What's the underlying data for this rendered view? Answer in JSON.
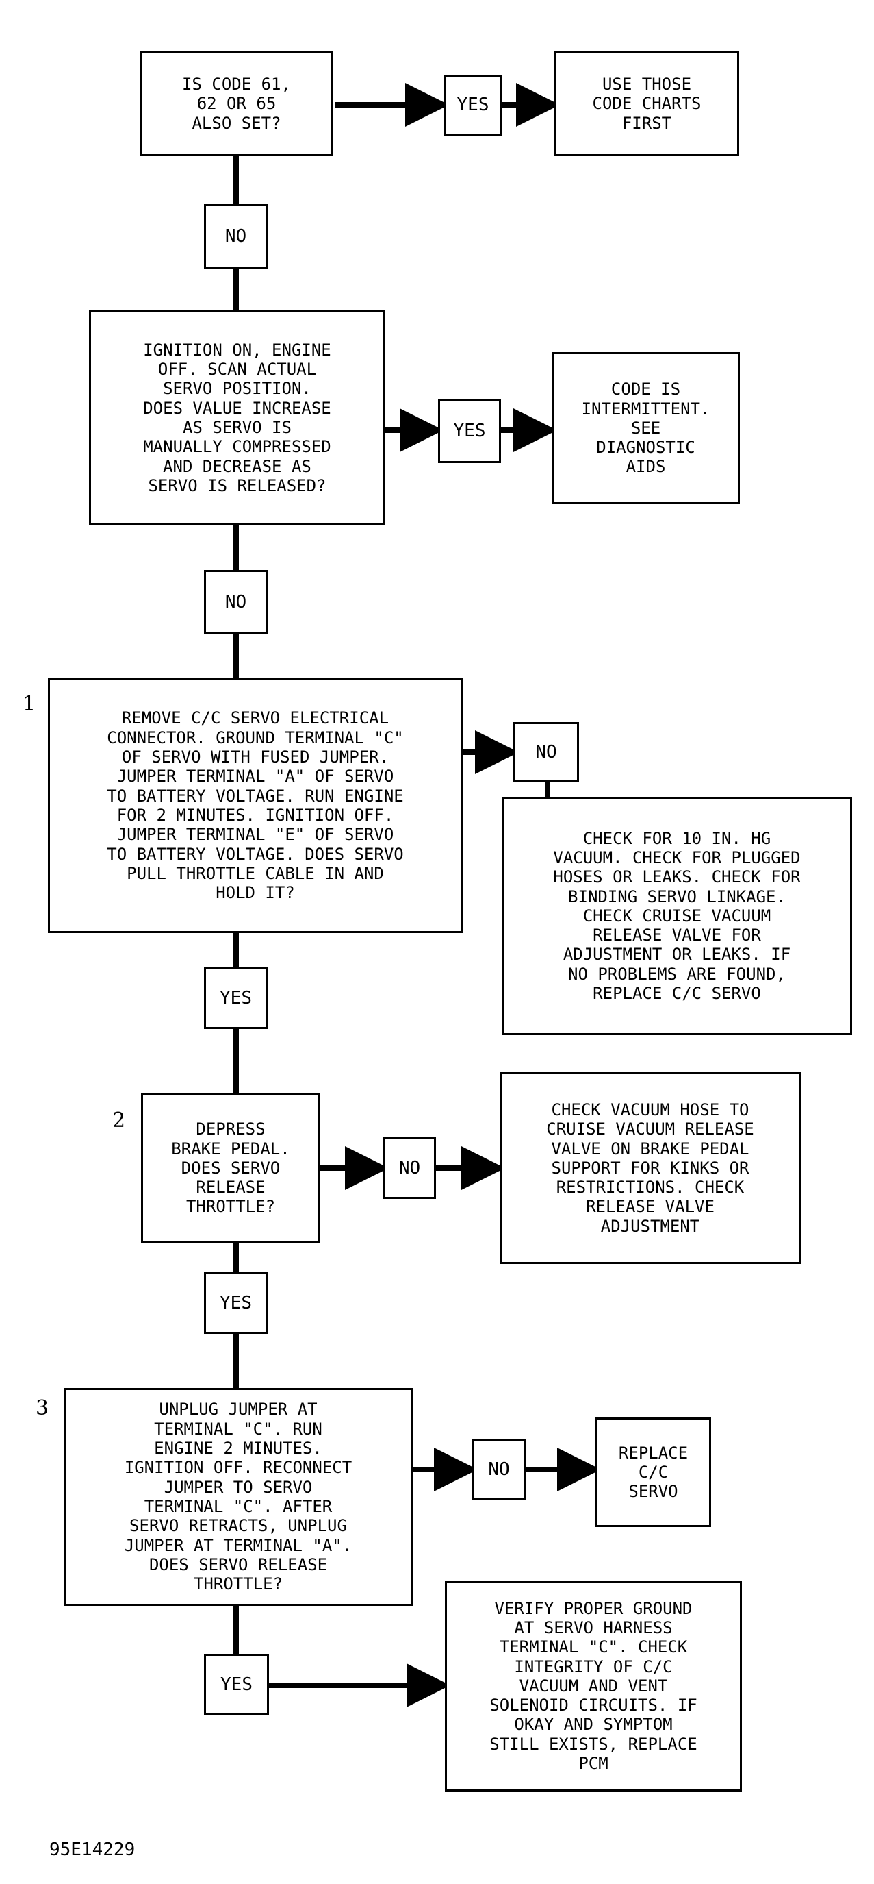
{
  "diagram": {
    "figure_id": "95E14229",
    "step_numbers": [
      "1",
      "2",
      "3"
    ],
    "nodes": {
      "q_code": "IS CODE 61,\n62 OR 65\nALSO SET?",
      "yes_1": "YES",
      "use_charts": "USE THOSE\nCODE CHARTS\nFIRST",
      "no_1": "NO",
      "q_servo_pos": "IGNITION ON, ENGINE\nOFF. SCAN ACTUAL\nSERVO POSITION.\nDOES VALUE INCREASE\nAS SERVO IS\nMANUALLY COMPRESSED\nAND DECREASE AS\nSERVO IS RELEASED?",
      "yes_2": "YES",
      "intermittent": "CODE IS\nINTERMITTENT.\nSEE\nDIAGNOSTIC\nAIDS",
      "no_2": "NO",
      "q_connector": "REMOVE C/C SERVO ELECTRICAL\nCONNECTOR. GROUND TERMINAL \"C\"\nOF SERVO WITH FUSED JUMPER.\nJUMPER TERMINAL \"A\" OF SERVO\nTO BATTERY VOLTAGE. RUN ENGINE\nFOR 2 MINUTES. IGNITION OFF.\nJUMPER TERMINAL \"E\" OF SERVO\nTO BATTERY VOLTAGE. DOES SERVO\nPULL THROTTLE CABLE IN AND\nHOLD IT?",
      "no_3": "NO",
      "check_vacuum": "CHECK FOR 10 IN. HG\nVACUUM. CHECK FOR PLUGGED\nHOSES OR LEAKS. CHECK FOR\nBINDING SERVO LINKAGE.\nCHECK CRUISE VACUUM\nRELEASE VALVE FOR\nADJUSTMENT OR LEAKS. IF\nNO PROBLEMS ARE FOUND,\nREPLACE C/C SERVO",
      "yes_3": "YES",
      "q_brake": "DEPRESS\nBRAKE PEDAL.\nDOES SERVO\nRELEASE\nTHROTTLE?",
      "no_4": "NO",
      "check_hose": "CHECK VACUUM HOSE TO\nCRUISE VACUUM RELEASE\nVALVE ON BRAKE PEDAL\nSUPPORT FOR KINKS OR\nRESTRICTIONS. CHECK\nRELEASE VALVE\nADJUSTMENT",
      "yes_4": "YES",
      "q_unplug": "UNPLUG JUMPER AT\nTERMINAL \"C\". RUN\nENGINE 2 MINUTES.\nIGNITION OFF. RECONNECT\nJUMPER TO SERVO\nTERMINAL \"C\". AFTER\nSERVO RETRACTS, UNPLUG\nJUMPER AT TERMINAL \"A\".\nDOES SERVO RELEASE\nTHROTTLE?",
      "no_5": "NO",
      "replace_servo": "REPLACE\nC/C\nSERVO",
      "yes_5": "YES",
      "verify_ground": "VERIFY PROPER GROUND\nAT SERVO HARNESS\nTERMINAL \"C\". CHECK\nINTEGRITY OF C/C\nVACUUM AND VENT\nSOLENOID CIRCUITS. IF\nOKAY AND SYMPTOM\nSTILL EXISTS, REPLACE\nPCM"
    }
  }
}
